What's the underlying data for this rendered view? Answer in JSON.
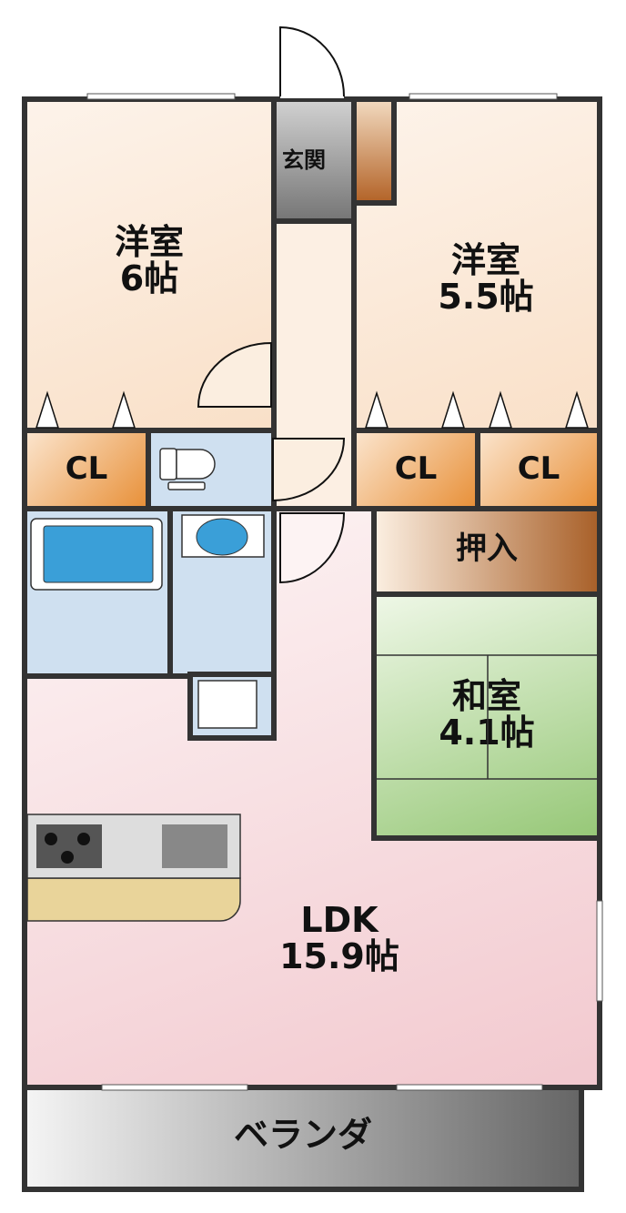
{
  "rooms": {
    "western_6": {
      "name": "洋室",
      "size": "6帖"
    },
    "western_55": {
      "name": "洋室",
      "size": "5.5帖"
    },
    "entrance": {
      "name": "玄関"
    },
    "closet_left": {
      "name": "CL"
    },
    "closet_right1": {
      "name": "CL"
    },
    "closet_right2": {
      "name": "CL"
    },
    "oshiire": {
      "name": "押入"
    },
    "japanese": {
      "name": "和室",
      "size": "4.1帖"
    },
    "ldk": {
      "name": "LDK",
      "size": "15.9帖"
    },
    "veranda": {
      "name": "ベランダ"
    }
  },
  "colors": {
    "wall": "#333333",
    "western": "#fbe7d4",
    "wet": "#cfe0f0",
    "closet": "#e8913a",
    "tatami": "#a9d38c",
    "ldk": "#f3d0d6"
  }
}
